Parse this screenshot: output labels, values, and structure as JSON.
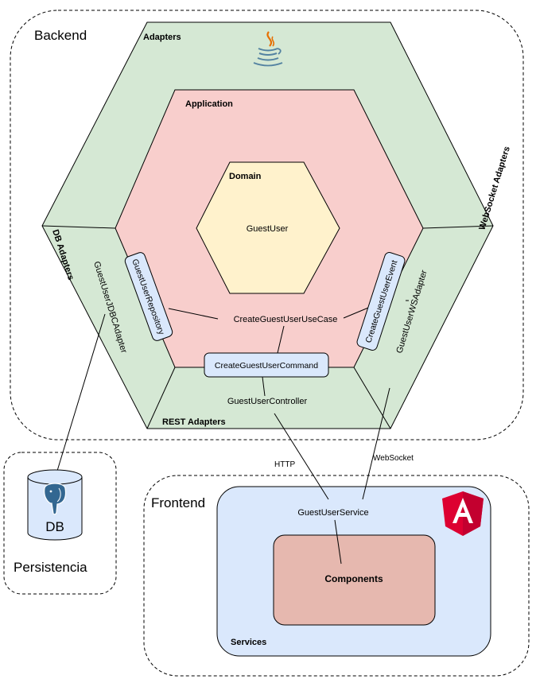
{
  "backend": {
    "title": "Backend",
    "hexagons": {
      "adapters": {
        "label": "Adapters",
        "fill": "#d5e8d4"
      },
      "application": {
        "label": "Application",
        "fill": "#f8cecc"
      },
      "domain": {
        "label": "Domain",
        "fill": "#fff2cc",
        "entity": "GuestUser"
      }
    },
    "sides": {
      "db": "DB Adapters",
      "rest": "REST Adapters",
      "websocket": "WebSocket Adapters"
    },
    "use_case": "CreateGuestUserUseCase",
    "ports": {
      "repository": "GuestUserRepository",
      "command": "CreateGuestUserCommand",
      "event": "CreateGuestUserEvent"
    },
    "adapters": {
      "jdbc": "GuestUserJDBCAdapter",
      "controller": "GuestUserController",
      "ws": "GuestUserWSAdapter"
    },
    "port_fill": "#dae8fc",
    "logo_icon": "java-icon"
  },
  "persistence": {
    "title": "Persistencia",
    "db_label": "DB",
    "db_icon": "postgresql-elephant-icon",
    "db_fill": "#dae8fc"
  },
  "frontend": {
    "title": "Frontend",
    "services_label": "Services",
    "service": "GuestUserService",
    "components_label": "Components",
    "logo_icon": "angular-icon",
    "services_fill": "#dae8fc",
    "components_fill": "#e6b8af"
  },
  "connections": {
    "http": "HTTP",
    "websocket": "WebSocket"
  }
}
